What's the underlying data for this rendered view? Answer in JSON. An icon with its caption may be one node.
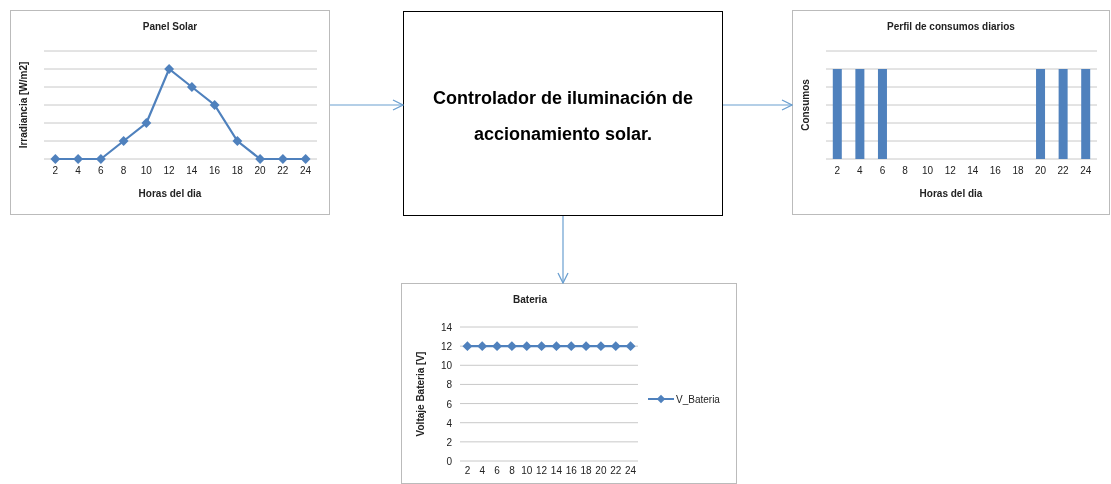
{
  "diagram": {
    "nodes": [
      {
        "text": [
          "Panel Solar",
          "Irradiancia [W/m2]",
          "Horas del dia"
        ]
      },
      {
        "text": [
          "Controlador de iluminación de accionamiento solar."
        ]
      },
      {
        "text": [
          "Perfil de consumos diarios",
          "Consumos",
          "Horas del dia"
        ]
      },
      {
        "text": [],
        "shape": "box"
      }
    ],
    "edges": [
      {
        "from": 0,
        "to": 1,
        "arrow": "to"
      },
      {
        "from": 1,
        "to": 2,
        "arrow": "to"
      },
      {
        "from": 1,
        "to": 3,
        "arrow": "to"
      }
    ],
    "labels": [
      "2",
      "4",
      "6",
      "8",
      "10",
      "12",
      "14",
      "16",
      "18",
      "20",
      "22",
      "24",
      "2",
      "4",
      "6",
      "8",
      "10",
      "12",
      "14",
      "16",
      "18",
      "20",
      "22",
      "24"
    ],
    "chart_data": {
      "type": "line",
      "title": "Bateria",
      "ylabel": "Voltaje Bateria [V]",
      "categories": [
        "2",
        "4",
        "6",
        "8",
        "10",
        "12",
        "14",
        "16",
        "18",
        "20",
        "22",
        "24"
      ],
      "grid": true,
      "ylim": [
        0,
        14
      ],
      "yticks": [
        0,
        2,
        4,
        6,
        8,
        10,
        12,
        14
      ],
      "series": [
        {
          "name": "V_Bateria",
          "color": "#4f81bd",
          "marker": "diamond",
          "values": [
            12,
            12,
            12,
            12,
            12,
            12,
            12,
            12,
            12,
            12,
            12,
            12
          ]
        }
      ]
    }
  }
}
